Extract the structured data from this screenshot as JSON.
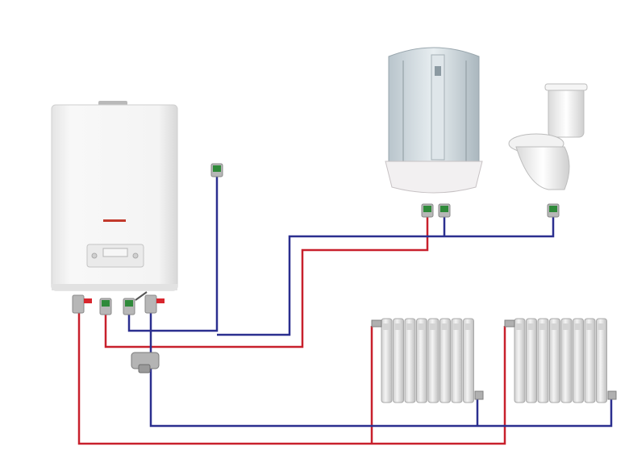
{
  "diagram": {
    "description_free": true,
    "colors": {
      "background": "#ffffff",
      "hot_pipe": "#c8202c",
      "cold_pipe": "#2b2f8f",
      "valve_green": "#2f8a3a",
      "valve_red": "#d8262e",
      "boiler_body": "#f3f3f3",
      "radiator_fin": "#e6e6e6"
    },
    "components": {
      "boiler": "boiler",
      "shower_cabin": "shower-cabin",
      "toilet": "toilet",
      "radiator_left": "radiator",
      "radiator_right": "radiator",
      "filter": "strainer-filter"
    }
  }
}
